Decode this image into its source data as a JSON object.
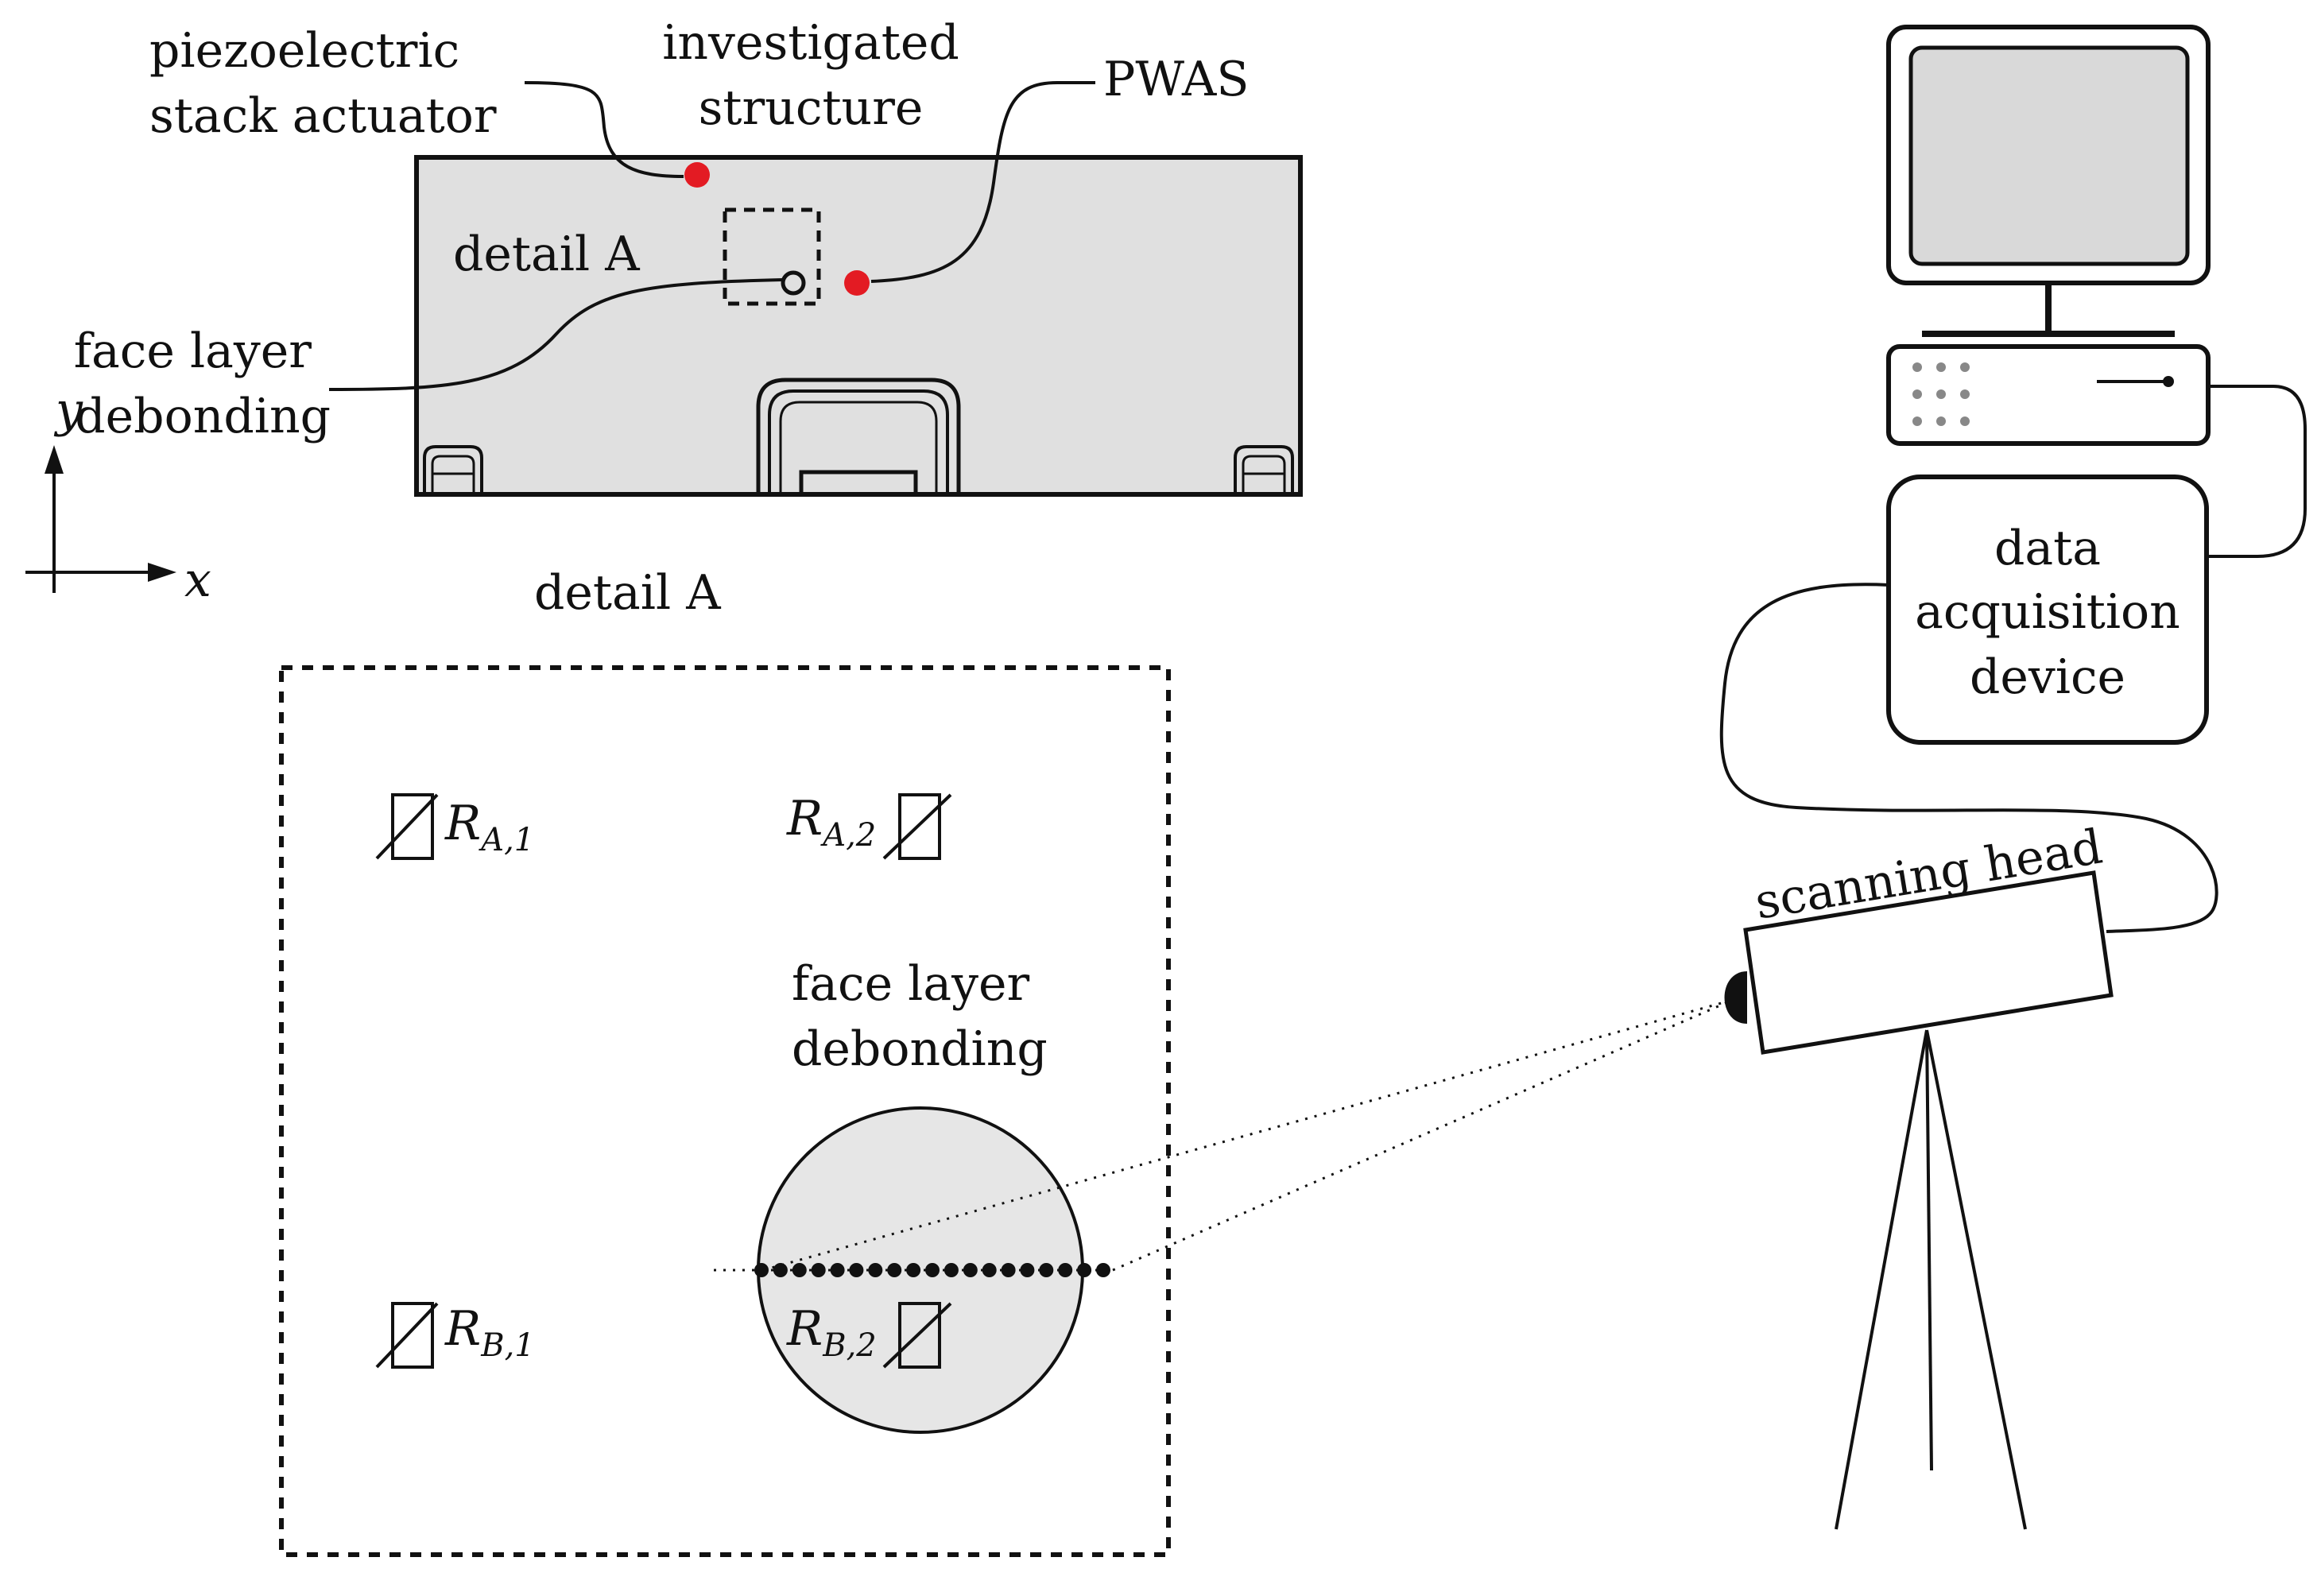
{
  "labels": {
    "actuator_line1": "piezoelectric",
    "actuator_line2": "stack actuator",
    "structure_line1": "investigated",
    "structure_line2": "structure",
    "pwas": "PWAS",
    "detail_a_small": "detail A",
    "debond_line1": "face layer",
    "debond_line2": "debonding",
    "axis_y": "y",
    "axis_x": "x",
    "detail_a_title": "detail A",
    "debond_detail_line1": "face layer",
    "debond_detail_line2": "debonding",
    "daq_line1": "data",
    "daq_line2": "acquisition",
    "daq_line3": "device",
    "scanning_head": "scanning head"
  },
  "regions": {
    "ra1_main": "R",
    "ra1_sub": "A,1",
    "ra2_main": "R",
    "ra2_sub": "A,2",
    "rb1_main": "R",
    "rb1_sub": "B,1",
    "rb2_main": "R",
    "rb2_sub": "B,2"
  },
  "colors": {
    "structure_fill": "#e0e0e0",
    "sensor_dot": "#e31b23",
    "line": "#111111",
    "monitor_screen": "#d9d9d9",
    "debond_fill": "#e6e6e6"
  },
  "scan_points_count": 19
}
